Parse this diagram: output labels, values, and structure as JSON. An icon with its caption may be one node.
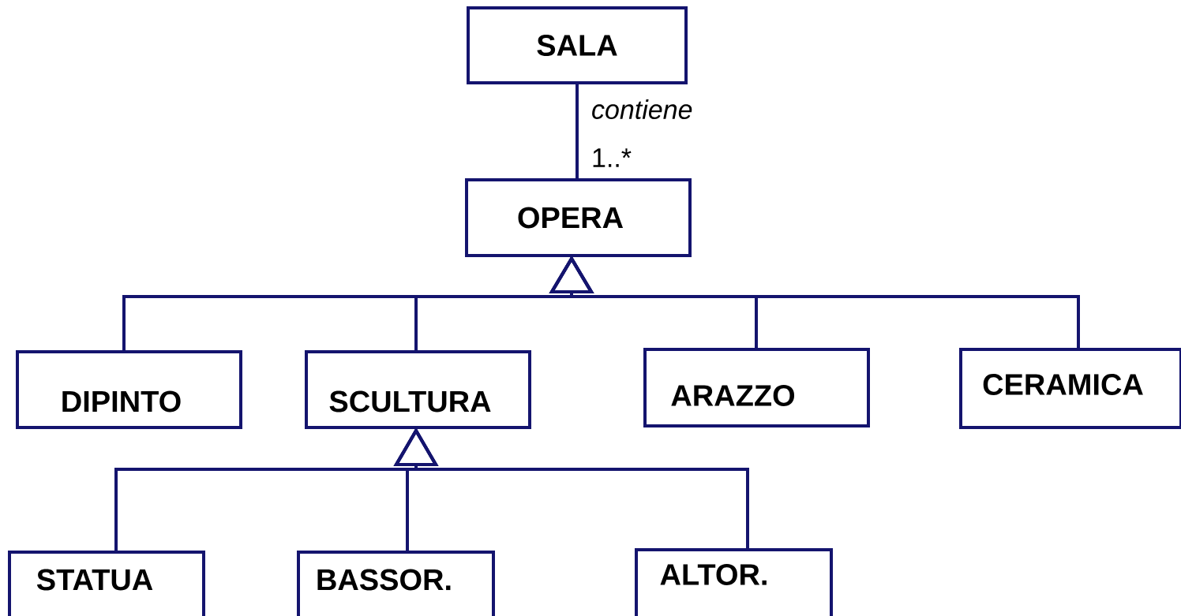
{
  "diagram": {
    "nodes": [
      {
        "text": [
          "SALA"
        ]
      },
      {
        "text": [
          "OPERA"
        ]
      },
      {
        "text": [
          "DIPINTO"
        ]
      },
      {
        "text": [
          "SCULTURA"
        ]
      },
      {
        "text": [
          "ARAZZO"
        ]
      },
      {
        "text": [
          "CERAMICA"
        ]
      },
      {
        "text": [
          "STATUA"
        ]
      },
      {
        "text": [
          "BASSOR."
        ]
      },
      {
        "text": [
          "ALTOR."
        ]
      }
    ],
    "edges": [
      {
        "from": 0,
        "to": 1,
        "arrow": "none",
        "label": "contiene"
      },
      {
        "from": 2,
        "to": 1,
        "arrow": "to"
      },
      {
        "from": 3,
        "to": 1,
        "arrow": "to"
      },
      {
        "from": 4,
        "to": 1,
        "arrow": "to"
      },
      {
        "from": 5,
        "to": 1,
        "arrow": "to"
      },
      {
        "from": 6,
        "to": 3,
        "arrow": "to"
      },
      {
        "from": 7,
        "to": 3,
        "arrow": "to"
      },
      {
        "from": 8,
        "to": 3,
        "arrow": "to"
      }
    ],
    "labels": [
      "1..*"
    ]
  }
}
